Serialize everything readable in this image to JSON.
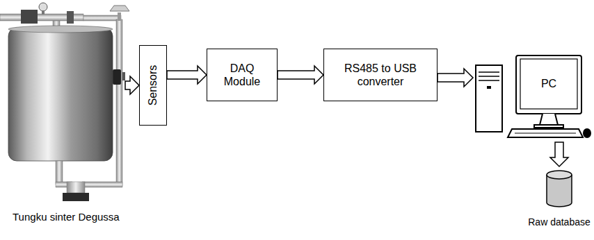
{
  "diagram": {
    "nodes": [
      {
        "text": [
          "Tungku sinter Degussa"
        ]
      },
      {
        "text": [
          "Sensors"
        ]
      },
      {
        "text": [
          "DAQ Module"
        ]
      },
      {
        "text": [
          "RS485 to USB converter"
        ]
      },
      {
        "text": [
          "PC"
        ]
      },
      {
        "text": [
          "Raw database"
        ]
      }
    ],
    "edges": [
      {
        "from": 0,
        "to": 1,
        "arrow": "to"
      },
      {
        "from": 1,
        "to": 2,
        "arrow": "to"
      },
      {
        "from": 2,
        "to": 3,
        "arrow": "to"
      },
      {
        "from": 3,
        "to": 4,
        "arrow": "to"
      },
      {
        "from": 4,
        "to": 5,
        "arrow": "to"
      }
    ]
  }
}
